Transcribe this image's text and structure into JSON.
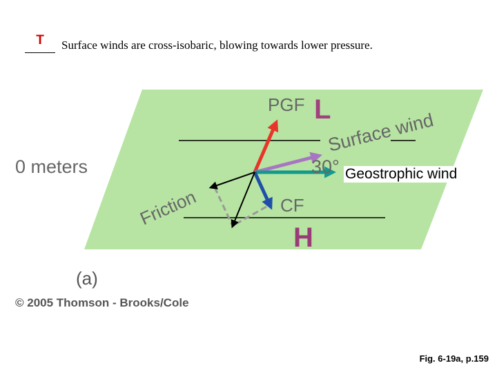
{
  "question": {
    "answer": "T",
    "text": "Surface winds are cross-isobaric, blowing towards lower pressure."
  },
  "diagram": {
    "level_label": "0 meters",
    "pgf_label": "PGF",
    "low_label": "L",
    "high_label": "H",
    "surface_wind_label": "Surface wind",
    "angle_label": "30°",
    "geostrophic_label": "Geostrophic wind",
    "cf_label": "CF",
    "friction_label": "Friction",
    "panel_label": "(a)",
    "copyright": "© 2005 Thomson - Brooks/Cole",
    "colors": {
      "plane": "#b7e4a3",
      "pgf_arrow": "#e8352a",
      "surface_arrow": "#a875c2",
      "geostrophic_arrow": "#129a8e",
      "cf_arrow": "#1f4fa8",
      "friction_arrow": "#000000",
      "low_text": "#a0407d",
      "high_text": "#9a3b78",
      "label_gray": "#666666"
    }
  },
  "caption": "Fig. 6-19a, p.159"
}
